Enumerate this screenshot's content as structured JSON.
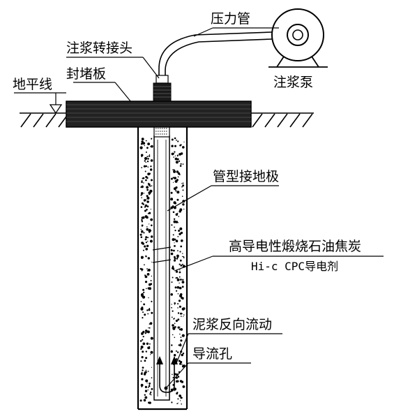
{
  "labels": {
    "pressure_pipe": "压力管",
    "grout_adapter": "注浆转接头",
    "sealing_plate": "封堵板",
    "ground_line": "地平线",
    "grout_pump": "注浆泵",
    "tubular_electrode": "管型接地极",
    "coke_line1": "高导电性煅烧石油焦炭",
    "coke_line2": "Hi-c CPC导电剂",
    "slurry_reverse_flow": "泥浆反向流动",
    "diversion_hole": "导流孔"
  }
}
